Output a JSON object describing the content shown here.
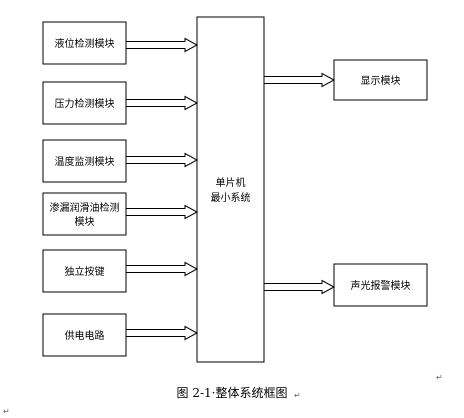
{
  "inputs": [
    "液位检测模块",
    "压力检测模块",
    "温度监测模块",
    [
      "渗漏润滑油检测",
      "模块"
    ],
    "独立按键",
    "供电电路"
  ],
  "mcu": [
    "单片机",
    "最小系统"
  ],
  "outputs": [
    "显示模块",
    "声光报警模块"
  ],
  "caption": "图 2-1·整体系统框图",
  "paragraph_mark": "↵"
}
